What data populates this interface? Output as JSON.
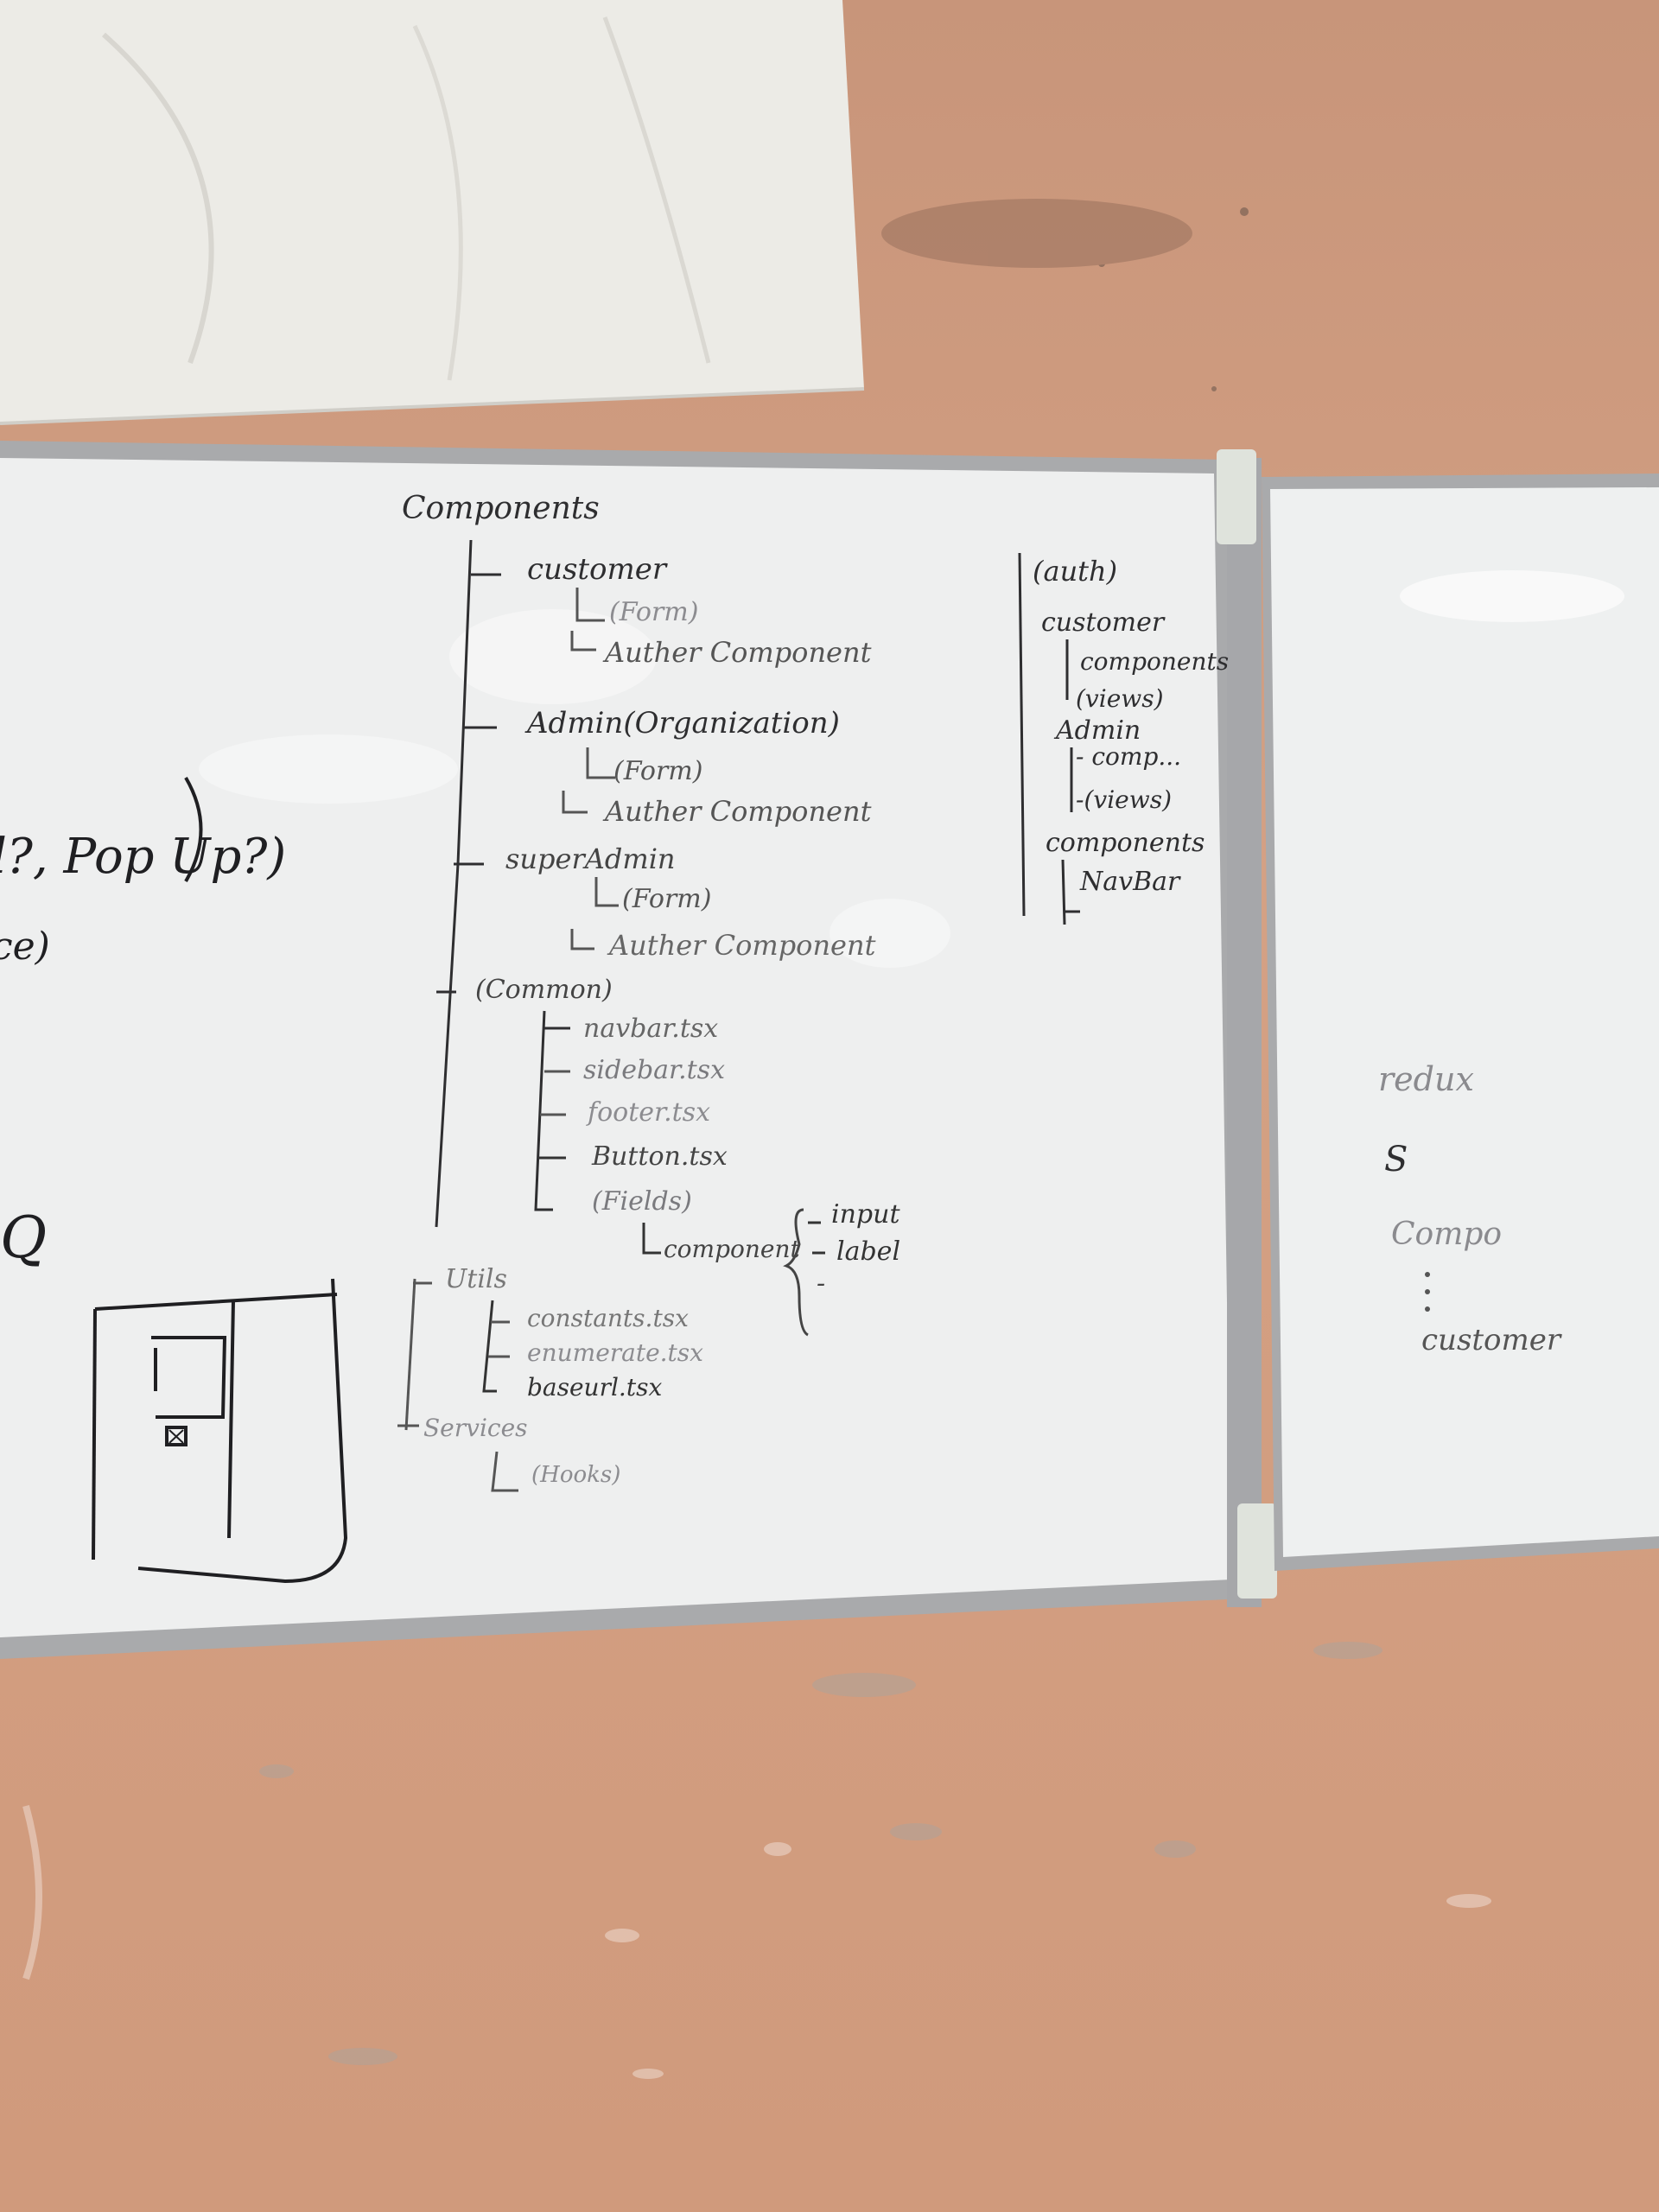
{
  "colors": {
    "wall": "#d09c7f",
    "board": "#eeefef",
    "frame": "#a9aaac",
    "cloth": "#ecebe6",
    "ink_dark": "#2e2e30",
    "ink_faded": "#8c8c90"
  },
  "left_board": {
    "tree_main": {
      "root": "Components",
      "customer": {
        "label": "customer",
        "children": [
          "(Form)",
          "Auther Component"
        ]
      },
      "admin": {
        "label": "Admin(Organization)",
        "children": [
          "(Form)",
          "Auther Component"
        ]
      },
      "superadmin": {
        "label": "superAdmin",
        "children": [
          "(Form)",
          "Auther Component"
        ]
      },
      "common": {
        "label": "(Common)",
        "children": [
          "navbar.tsx",
          "sidebar.tsx",
          "footer.tsx",
          "Button.tsx",
          "(Fields)"
        ]
      },
      "fields_component": "component",
      "fields_items": [
        "input",
        "label",
        "-"
      ],
      "utils": {
        "label": "Utils",
        "children": [
          "constants.tsx",
          "enumerate.tsx",
          "baseurl.tsx"
        ]
      },
      "services": {
        "label": "Services",
        "children": [
          "(Hooks)"
        ]
      }
    },
    "tree_right": {
      "items": [
        "(auth)",
        "customer",
        "components",
        "(views)",
        "Admin",
        "- comp...",
        "-(views)",
        "components",
        "NavBar"
      ]
    },
    "left_edge": {
      "line1": "l?, Pop Up?)",
      "line2": "ce)",
      "q": "Q"
    }
  },
  "right_board": {
    "items": [
      "redux",
      "S",
      "Compo",
      "customer"
    ]
  }
}
